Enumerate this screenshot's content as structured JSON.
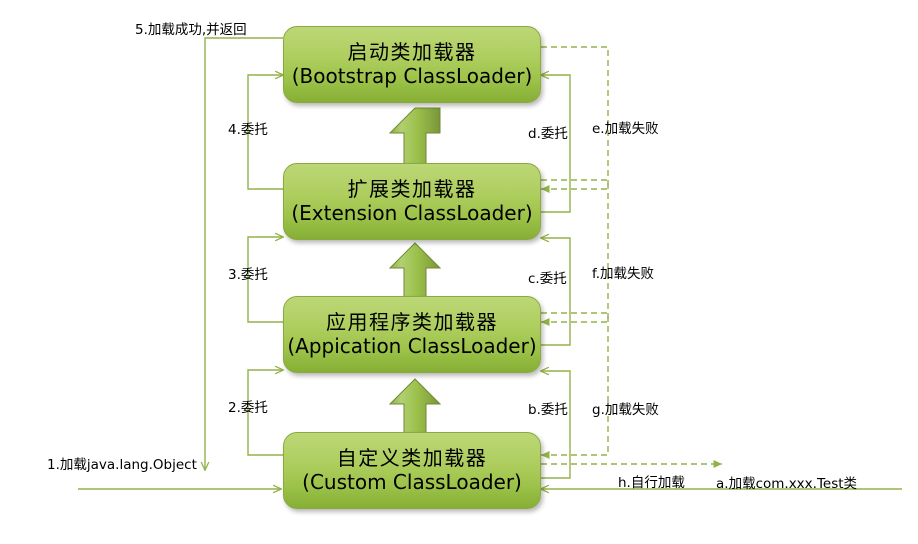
{
  "diagram": {
    "title": "Java ClassLoader Parent Delegation Model",
    "accent_color": "#9cc248",
    "line_color": "#94b24a",
    "nodes": [
      {
        "id": "bootstrap",
        "cn": "启动类加载器",
        "en": "(Bootstrap ClassLoader)"
      },
      {
        "id": "extension",
        "cn": "扩展类加载器",
        "en": "(Extension ClassLoader)"
      },
      {
        "id": "application",
        "cn": "应用程序类加载器",
        "en": "(Appication ClassLoader)"
      },
      {
        "id": "custom",
        "cn": "自定义类加载器",
        "en": "(Custom ClassLoader)"
      }
    ],
    "labels": {
      "step5": "5.加载成功,并返回",
      "step4": "4.委托",
      "step3": "3.委托",
      "step2": "2.委托",
      "step1": "1.加载java.lang.Object",
      "d": "d.委托",
      "e": "e.加载失败",
      "c": "c.委托",
      "f": "f.加载失败",
      "b": "b.委托",
      "g": "g.加载失败",
      "h": "h.自行加载",
      "a": "a.加载com.xxx.Test类"
    }
  }
}
